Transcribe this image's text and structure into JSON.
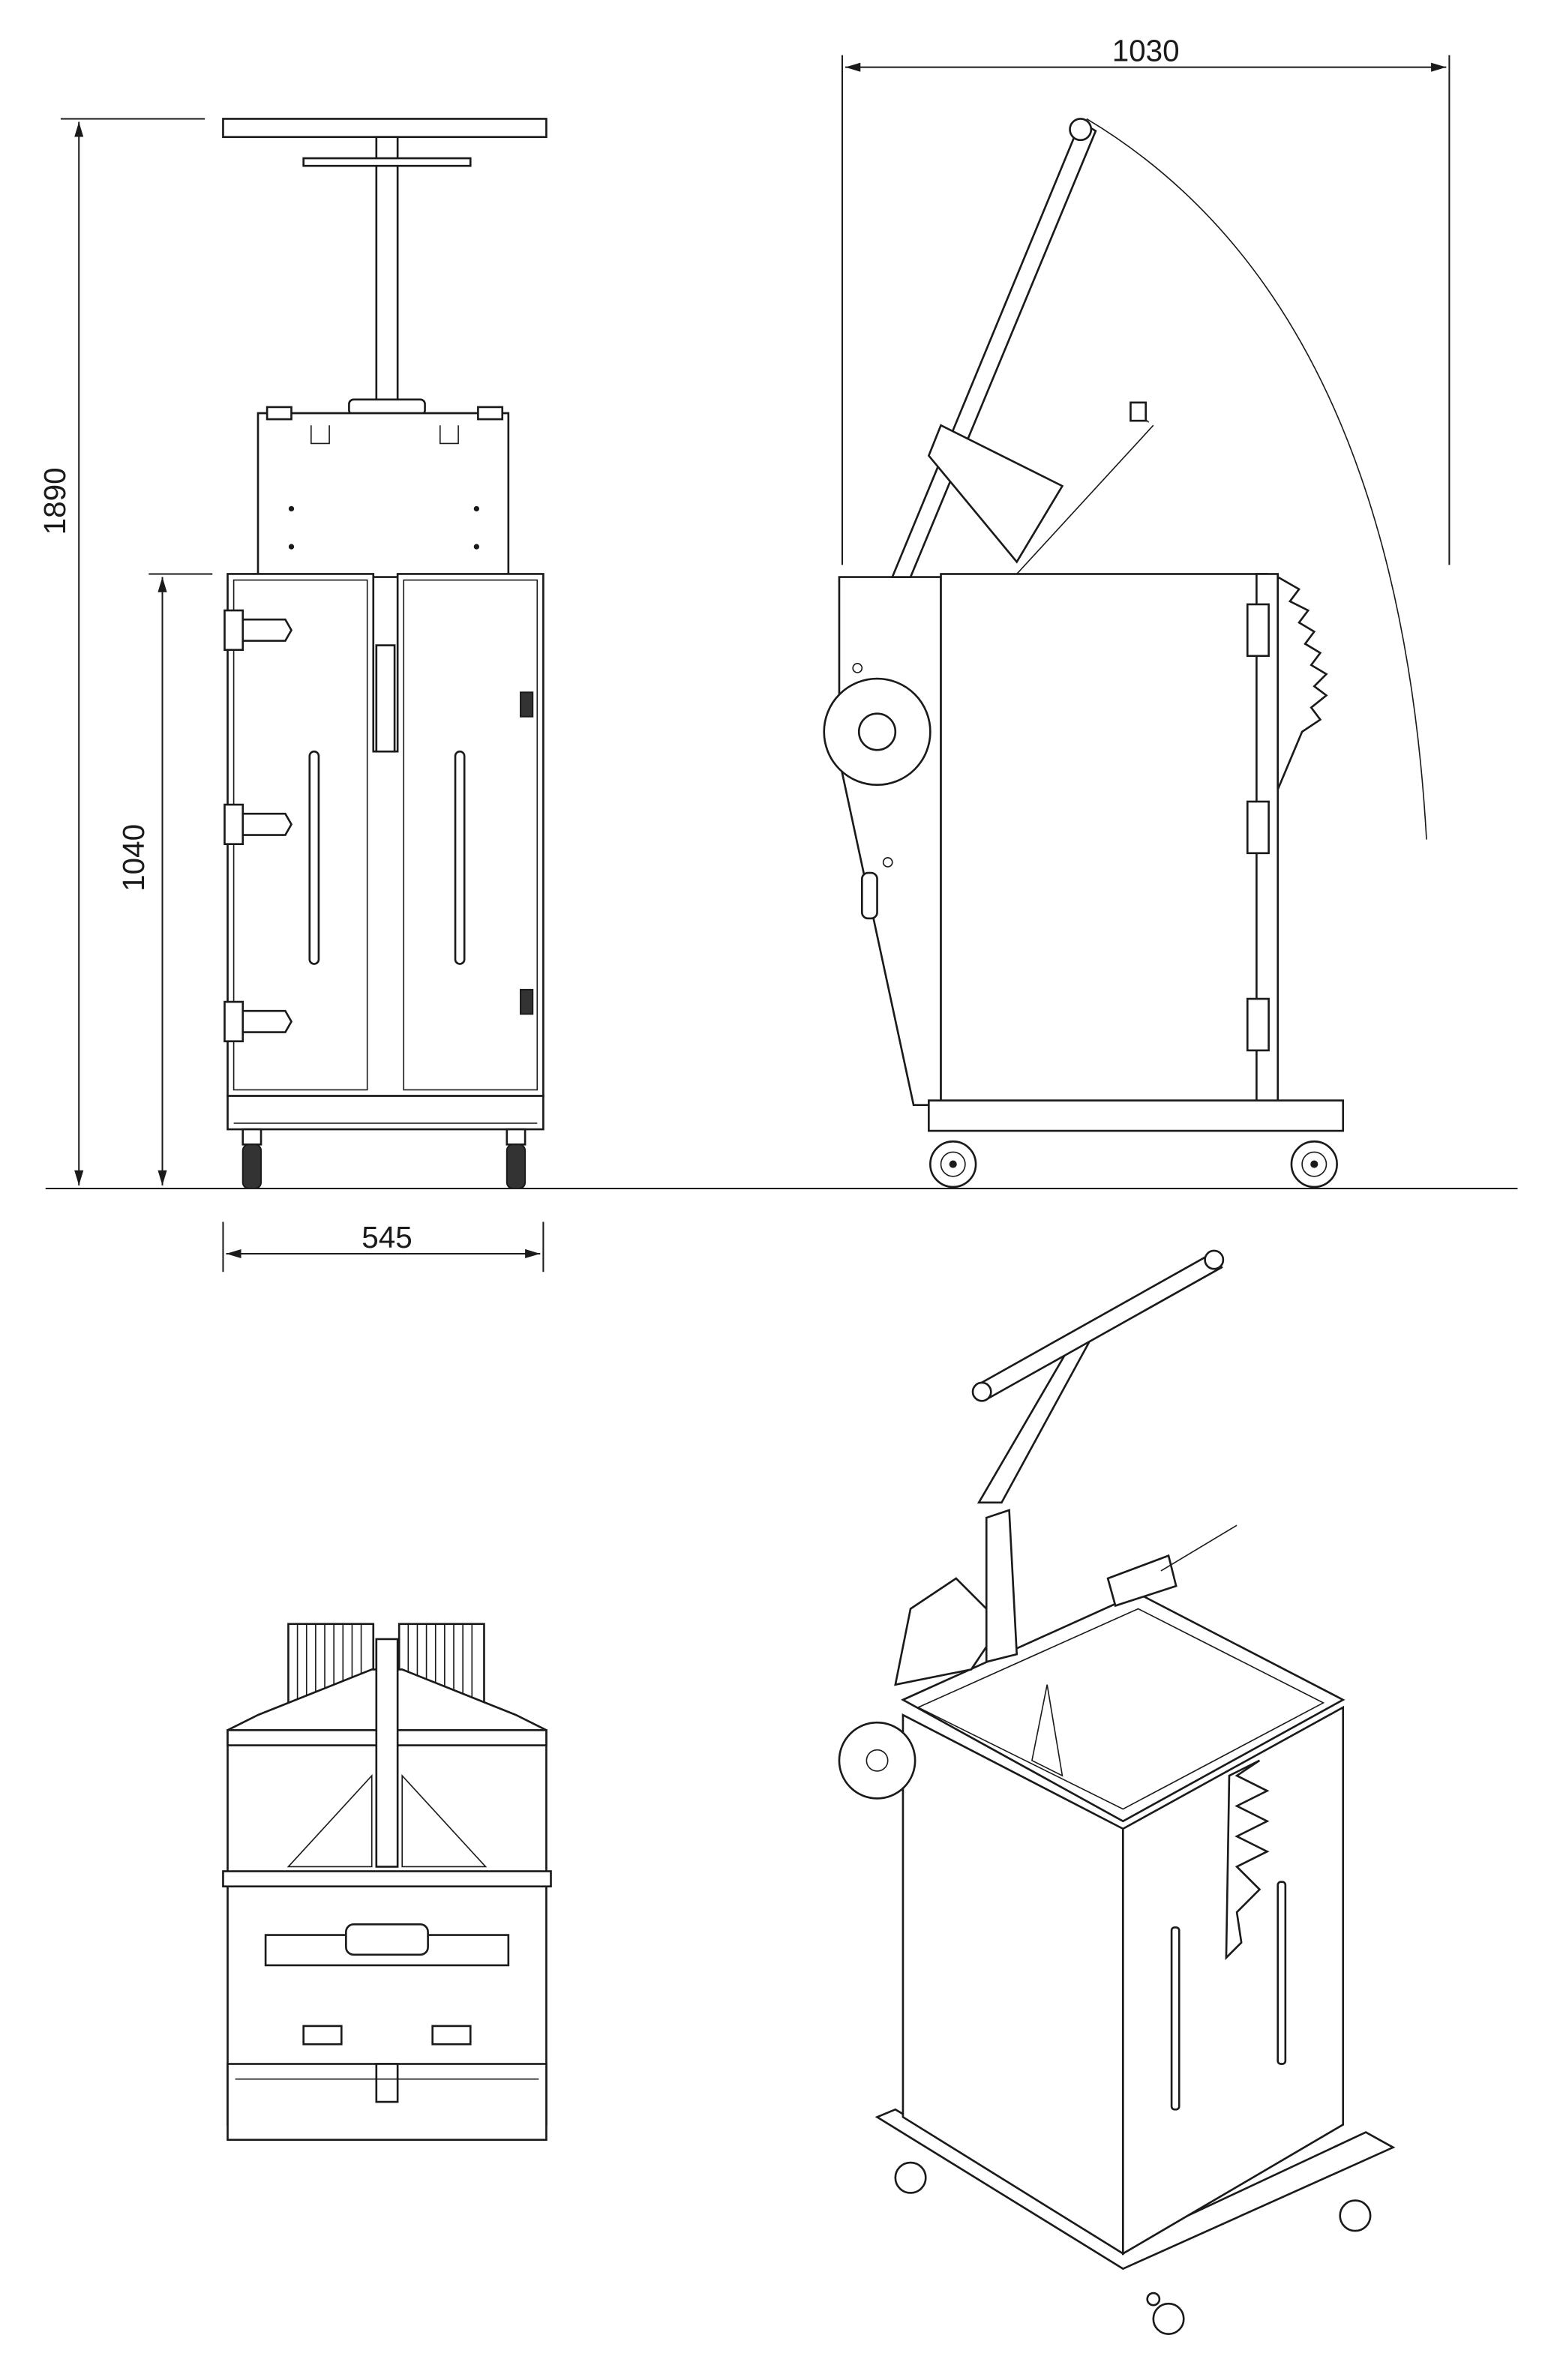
{
  "dimensions": {
    "total_height": "1890",
    "cabinet_height": "1040",
    "width": "545",
    "depth_open": "1030"
  },
  "views": [
    "front-view",
    "side-view",
    "top-view",
    "isometric-view"
  ],
  "colors": {
    "line": "#1a1a1a",
    "background": "#ffffff"
  }
}
